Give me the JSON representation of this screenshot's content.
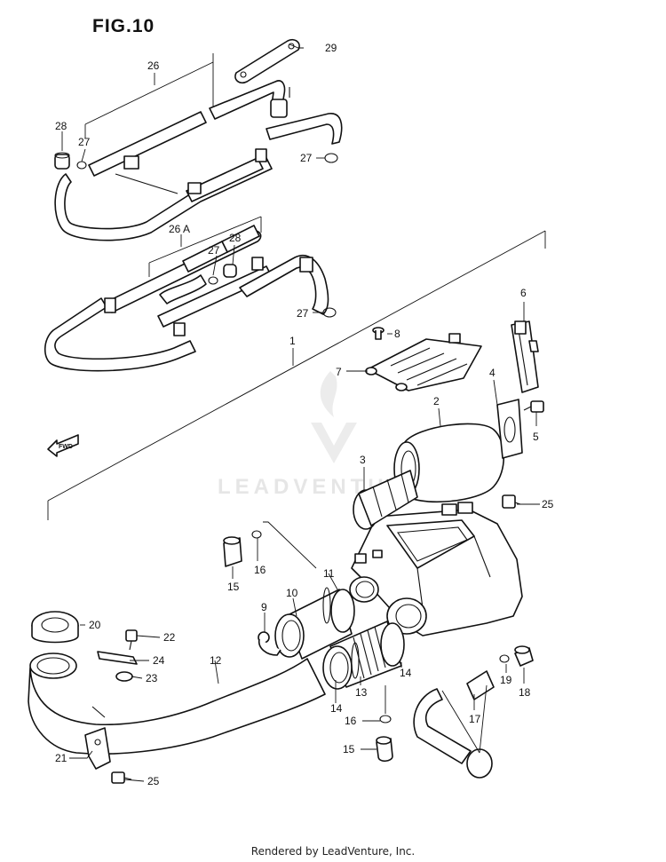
{
  "figure": {
    "title": "FIG.10"
  },
  "watermark": {
    "text": "LEADVENTURE"
  },
  "footer": {
    "text": "Rendered by LeadVenture, Inc."
  },
  "direction_marker": {
    "label": "FWD"
  },
  "callouts": {
    "c1": "1",
    "c2": "2",
    "c3": "3",
    "c4": "4",
    "c5": "5",
    "c6": "6",
    "c7": "7",
    "c8": "8",
    "c9": "9",
    "c10": "10",
    "c11": "11",
    "c12": "12",
    "c13": "13",
    "c14a": "14",
    "c14b": "14",
    "c15a": "15",
    "c15b": "15",
    "c16a": "16",
    "c16b": "16",
    "c17": "17",
    "c18": "18",
    "c19": "19",
    "c20": "20",
    "c21": "21",
    "c22": "22",
    "c23": "23",
    "c24": "24",
    "c25a": "25",
    "c25b": "25",
    "c26": "26",
    "c26a": "26 A",
    "c27a": "27",
    "c27b": "27",
    "c27c": "27",
    "c27d": "27",
    "c28a": "28",
    "c28b": "28",
    "c29": "29"
  }
}
